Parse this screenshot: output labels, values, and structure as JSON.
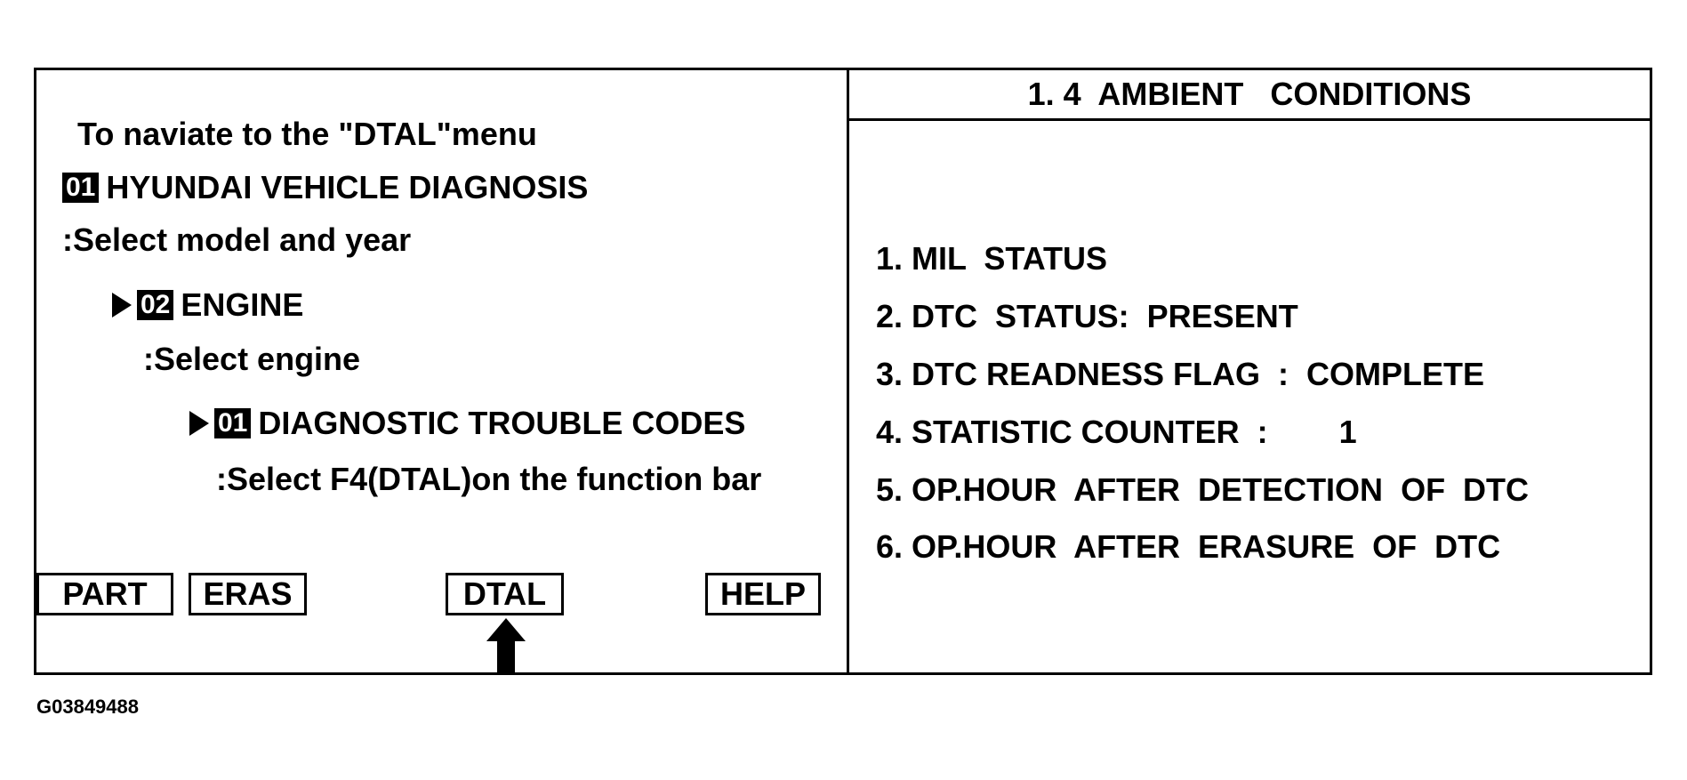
{
  "left": {
    "intro": "To naviate to the \"DTAL\"menu",
    "step1": {
      "num": "01",
      "title": "HYUNDAI VEHICLE DIAGNOSIS",
      "hint": ":Select model and year"
    },
    "step2": {
      "num": "02",
      "title": "ENGINE",
      "hint": ":Select engine"
    },
    "step3": {
      "num": "01",
      "title": "DIAGNOSTIC TROUBLE CODES",
      "hint": ":Select F4(DTAL)on the function bar"
    },
    "function_keys": [
      "PART",
      "ERAS",
      "DTAL",
      "HELP"
    ]
  },
  "right": {
    "header": "1. 4  AMBIENT   CONDITIONS",
    "items": [
      "1. MIL  STATUS",
      "2. DTC  STATUS:  PRESENT",
      "3. DTC READNESS FLAG  :  COMPLETE",
      "4. STATISTIC COUNTER  :        1",
      "5. OP.HOUR  AFTER  DETECTION  OF  DTC",
      "6. OP.HOUR  AFTER  ERASURE  OF  DTC"
    ]
  },
  "figure_code": "G03849488",
  "icons": {
    "arrow": "up-arrow-icon",
    "pointer": "right-triangle-icon"
  },
  "colors": {
    "ink": "#000000",
    "paper": "#ffffff"
  }
}
